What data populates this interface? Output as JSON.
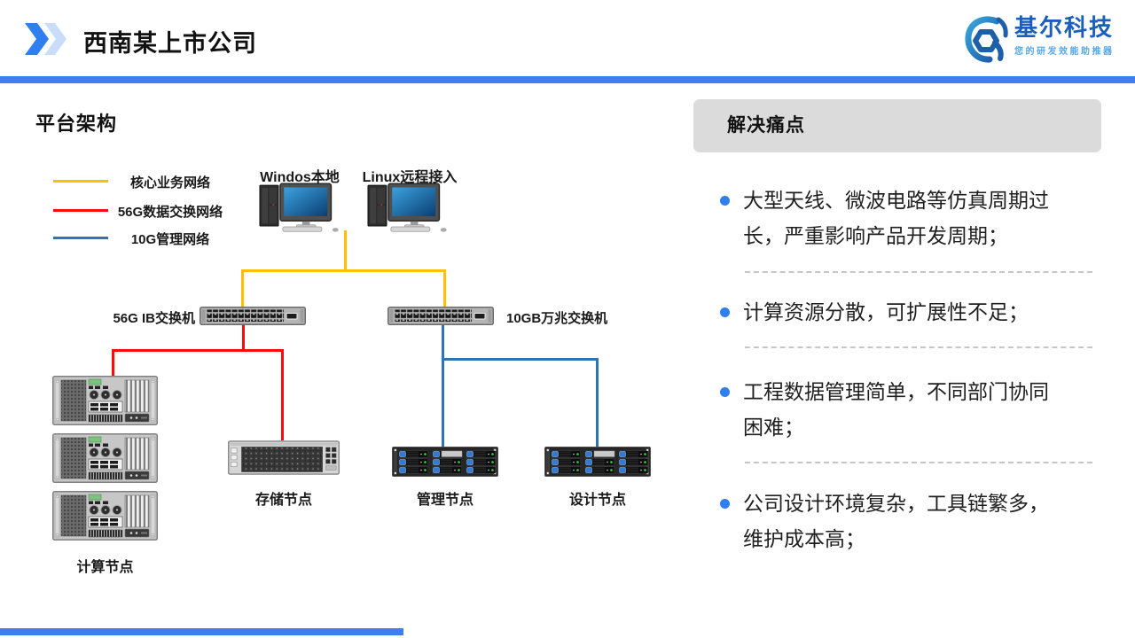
{
  "header": {
    "title": "西南某上市公司",
    "logo": {
      "name": "基尔科技",
      "tagline": "您的研发效能助推器"
    }
  },
  "diagram": {
    "title": "平台架构",
    "legend": [
      {
        "label": "核心业务网络",
        "color": "#FFC000"
      },
      {
        "label": "56G数据交换网络",
        "color": "#FF0A0A"
      },
      {
        "label": "10G管理网络",
        "color": "#2E75B6"
      }
    ],
    "nodes": {
      "windows": "Windos本地",
      "linux": "Linux远程接入",
      "switch_ib": "56G IB交换机",
      "switch_10g": "10GB万兆交换机",
      "compute": "计算节点",
      "storage": "存储节点",
      "mgmt": "管理节点",
      "design": "设计节点"
    }
  },
  "pain_points": {
    "title": "解决痛点",
    "items": [
      "大型天线、微波电路等仿真周期过长，严重影响产品开发周期；",
      "计算资源分散，可扩展性不足；",
      "工程数据管理简单，不同部门协同困难；",
      "公司设计环境复杂，工具链繁多，维护成本高；"
    ]
  },
  "colors": {
    "accent_blue": "#3E7EF2",
    "bullet_blue": "#2F7FF0",
    "pain_header_bg": "#dbdbdb",
    "legend_yellow": "#FFC000",
    "legend_red": "#FF0A0A",
    "legend_blue": "#2E75B6",
    "logo_blue": "#1A5FBE",
    "logo_light_blue": "#58A8E6"
  }
}
